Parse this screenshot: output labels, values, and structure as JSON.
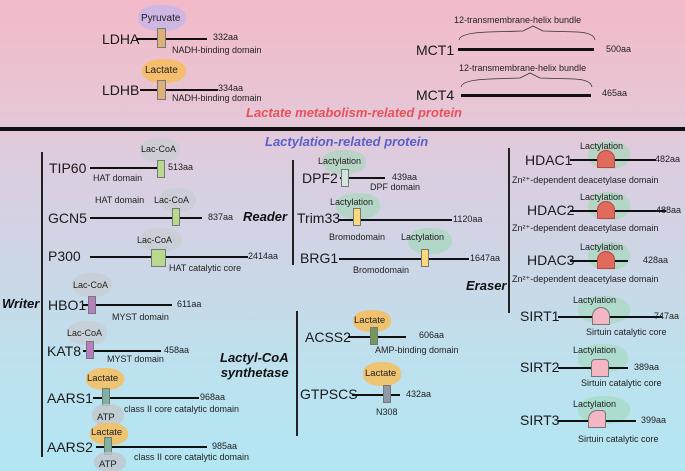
{
  "colors": {
    "metabolism_title": "#e8505b",
    "lactylation_title": "#5a5fc8",
    "hat_domain": "#b9d98c",
    "myst_domain": "#b77fc2",
    "aars_domain": "#7fb3a0",
    "ldh_domain": "#e0b07a",
    "bromo_domain": "#fbd97a",
    "dpf_domain": "#cfe6dc",
    "hdac_domain": "#e06a5c",
    "sirt_domain": "#f4b6c2",
    "acss2_domain": "#6f9a57",
    "gtpscs_domain": "#8f9aa6",
    "lactate_blob": "#f7bd5a",
    "pyruvate_blob": "#c9b6e8",
    "lac_coa_blob": "#c8ccd2",
    "lactylation_blob": "#9fd8b4",
    "atp_blob": "#c3c6cc"
  },
  "metabolism": {
    "title": "Lactate metabolism-related protein",
    "proteins": [
      {
        "name": "LDHA",
        "length": "332aa",
        "domain": "NADH-binding domain",
        "ligand": "Pyruvate"
      },
      {
        "name": "LDHB",
        "length": "334aa",
        "domain": "NADH-binding domain",
        "ligand": "Lactate"
      },
      {
        "name": "MCT1",
        "length": "500aa",
        "domain": "12-transmembrane-helix bundle"
      },
      {
        "name": "MCT4",
        "length": "465aa",
        "domain": "12-transmembrane-helix bundle"
      }
    ]
  },
  "lactylation": {
    "title": "Lactylation-related protein",
    "categories": {
      "writer": "Writer",
      "reader": "Reader",
      "eraser": "Eraser",
      "synthetase_line1": "Lactyl-CoA",
      "synthetase_line2": "synthetase"
    },
    "writers": [
      {
        "name": "TIP60",
        "length": "513aa",
        "domain": "HAT domain",
        "ligand": "Lac-CoA"
      },
      {
        "name": "GCN5",
        "length": "837aa",
        "domain": "HAT domain",
        "ligand": "Lac-CoA"
      },
      {
        "name": "P300",
        "length": "2414aa",
        "domain": "HAT catalytic core",
        "ligand": "Lac-CoA"
      },
      {
        "name": "HBO1",
        "length": "611aa",
        "domain": "MYST domain",
        "ligand": "Lac-CoA"
      },
      {
        "name": "KAT8",
        "length": "458aa",
        "domain": "MYST domain",
        "ligand": "Lac-CoA"
      },
      {
        "name": "AARS1",
        "length": "968aa",
        "domain": "class II core catalytic domain",
        "ligand": "Lactate",
        "ligand2": "ATP"
      },
      {
        "name": "AARS2",
        "length": "985aa",
        "domain": "class II core catalytic domain",
        "ligand": "Lactate",
        "ligand2": "ATP"
      }
    ],
    "readers": [
      {
        "name": "DPF2",
        "length": "439aa",
        "domain": "DPF domain",
        "ligand": "Lactylation"
      },
      {
        "name": "Trim33",
        "length": "1120aa",
        "domain": "Bromodomain",
        "ligand": "Lactylation"
      },
      {
        "name": "BRG1",
        "length": "1647aa",
        "domain": "Bromodomain",
        "ligand": "Lactylation"
      }
    ],
    "synthetases": [
      {
        "name": "ACSS2",
        "length": "606aa",
        "domain": "AMP-binding domain",
        "ligand": "Lactate"
      },
      {
        "name": "GTPSCS",
        "length": "432aa",
        "domain": "N308",
        "ligand": "Lactate"
      }
    ],
    "erasers": [
      {
        "name": "HDAC1",
        "length": "482aa",
        "domain": "Zn²⁺-dependent deacetylase domain",
        "ligand": "Lactylation"
      },
      {
        "name": "HDAC2",
        "length": "488aa",
        "domain": "Zn²⁺-dependent deacetylase domain",
        "ligand": "Lactylation"
      },
      {
        "name": "HDAC3",
        "length": "428aa",
        "domain": "Zn²⁺-dependent deacetylase domain",
        "ligand": "Lactylation"
      },
      {
        "name": "SIRT1",
        "length": "747aa",
        "domain": "Sirtuin catalytic core",
        "ligand": "Lactylation"
      },
      {
        "name": "SIRT2",
        "length": "389aa",
        "domain": "Sirtuin catalytic core",
        "ligand": "Lactylation"
      },
      {
        "name": "SIRT3",
        "length": "399aa",
        "domain": "Sirtuin catalytic core",
        "ligand": "Lactylation"
      }
    ]
  }
}
